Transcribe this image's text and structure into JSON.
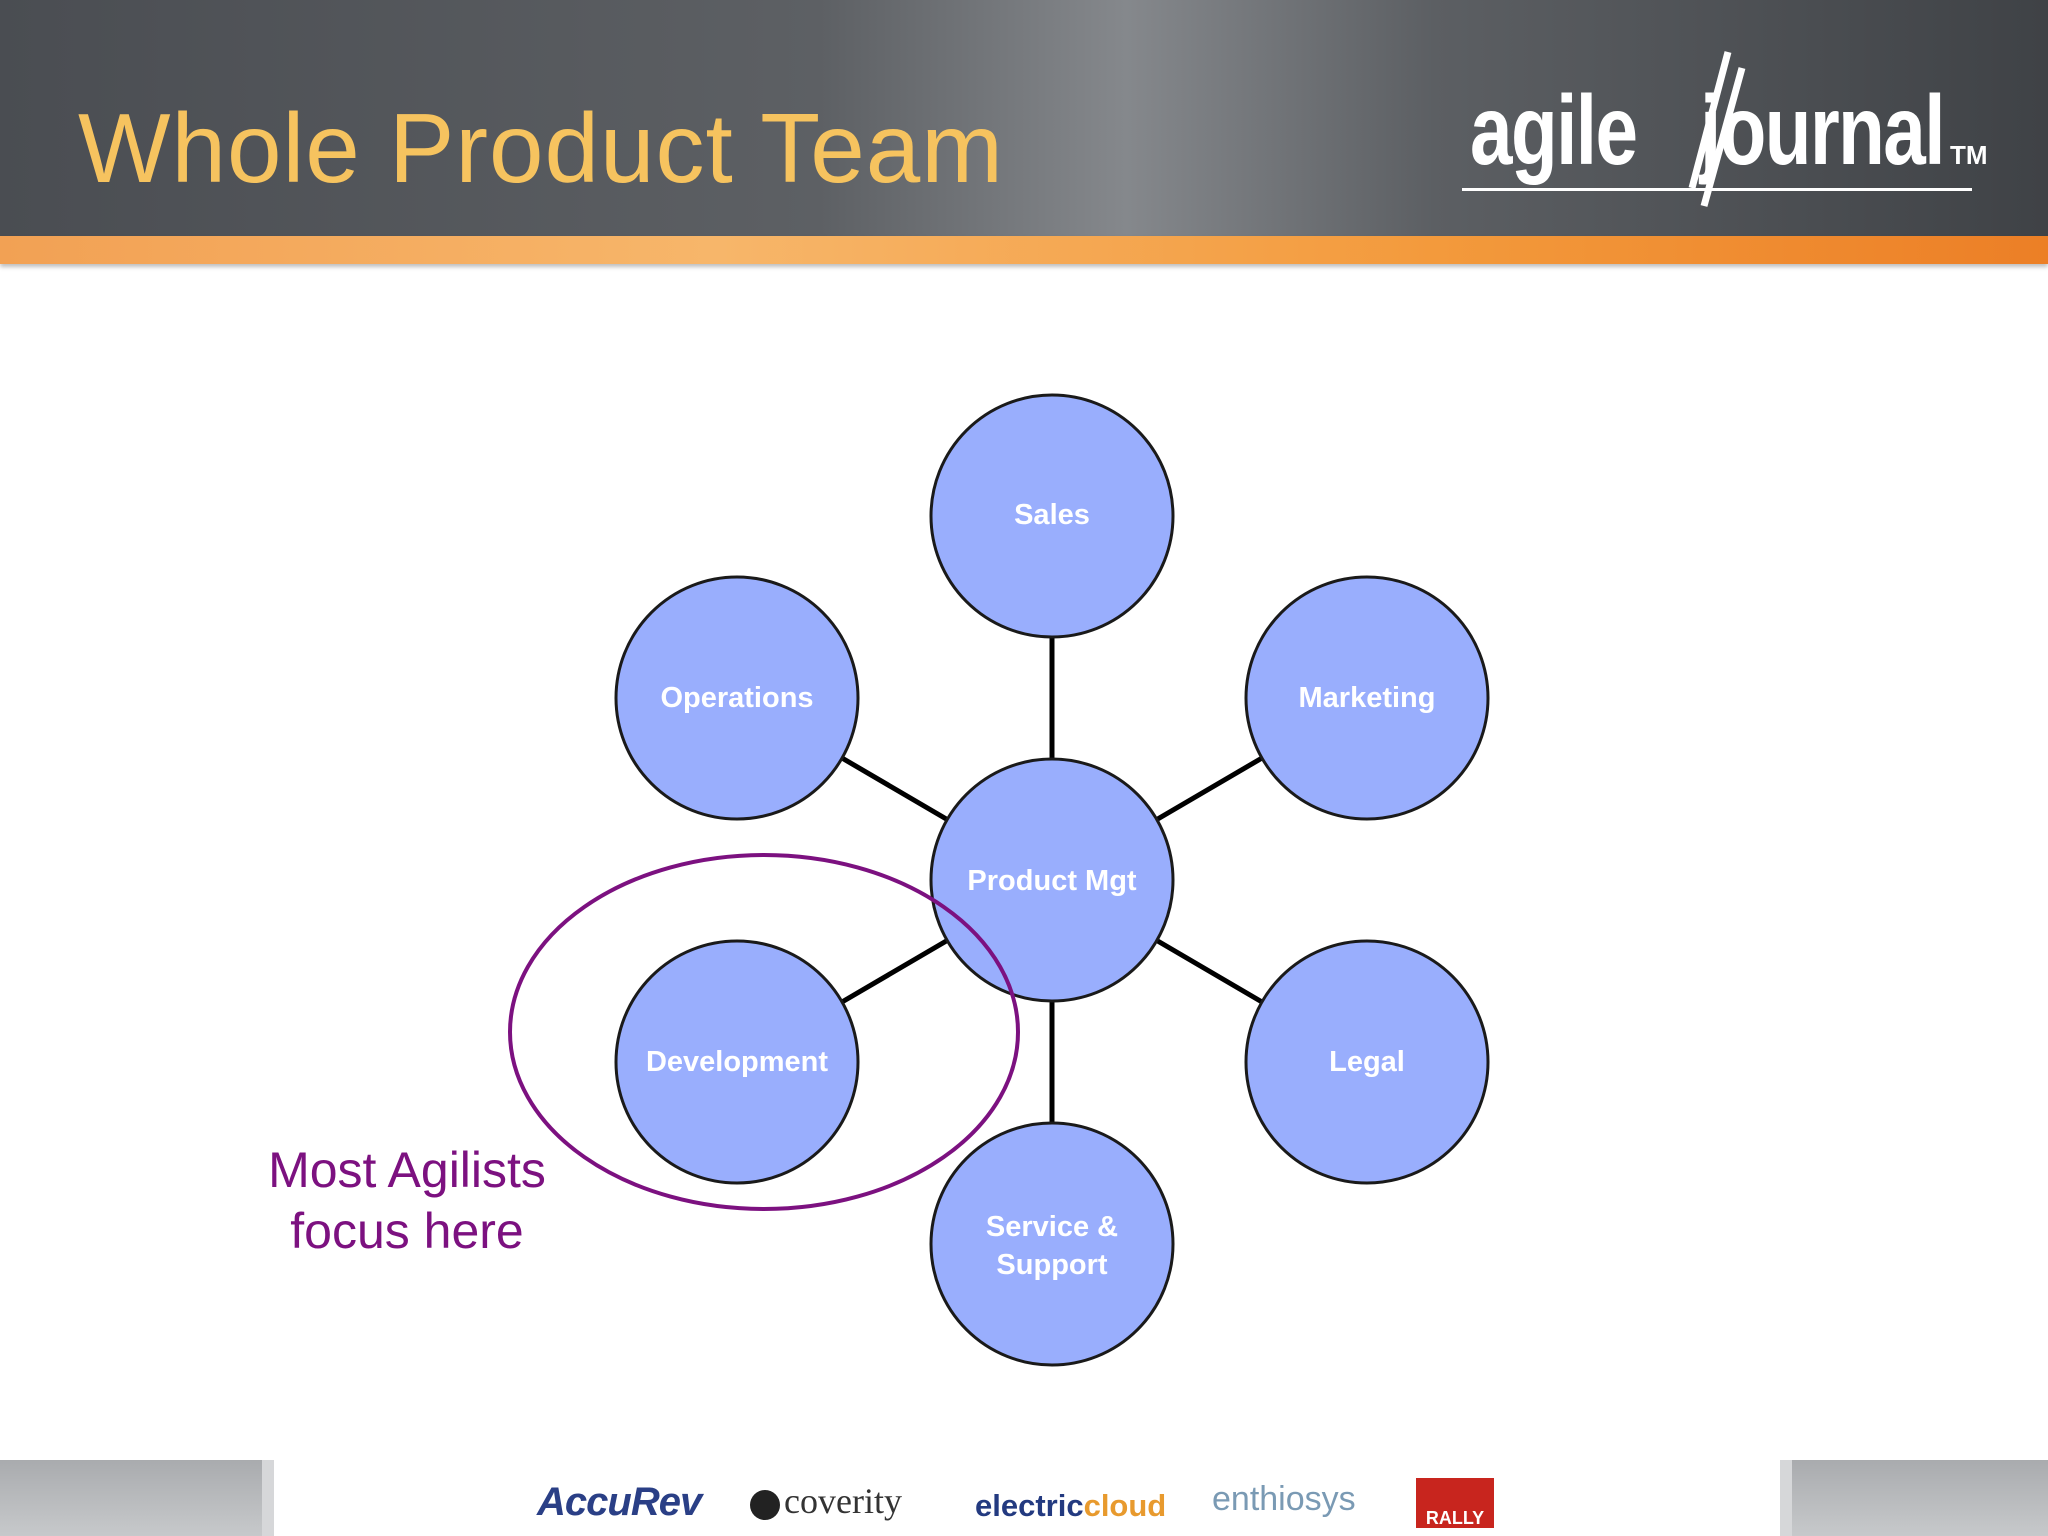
{
  "slide": {
    "title": "Whole Product Team",
    "logo": {
      "word1": "agile",
      "word2": "journal",
      "tm": "TM"
    }
  },
  "diagram": {
    "center": "Product Mgt",
    "nodes": {
      "sales": "Sales",
      "marketing": "Marketing",
      "legal": "Legal",
      "service_support": [
        "Service &",
        "Support"
      ],
      "development": "Development",
      "operations": "Operations"
    },
    "callout": [
      "Most Agilists",
      "focus here"
    ],
    "colors": {
      "node_fill": "#99aefd",
      "node_stroke": "#1a1a1a",
      "callout": "#7c1180",
      "title": "#f6c35f"
    }
  },
  "footer": {
    "sponsors": [
      "AccuRev",
      "coverity",
      "electric",
      "cloud",
      "enthiosys",
      "RALLY"
    ]
  }
}
